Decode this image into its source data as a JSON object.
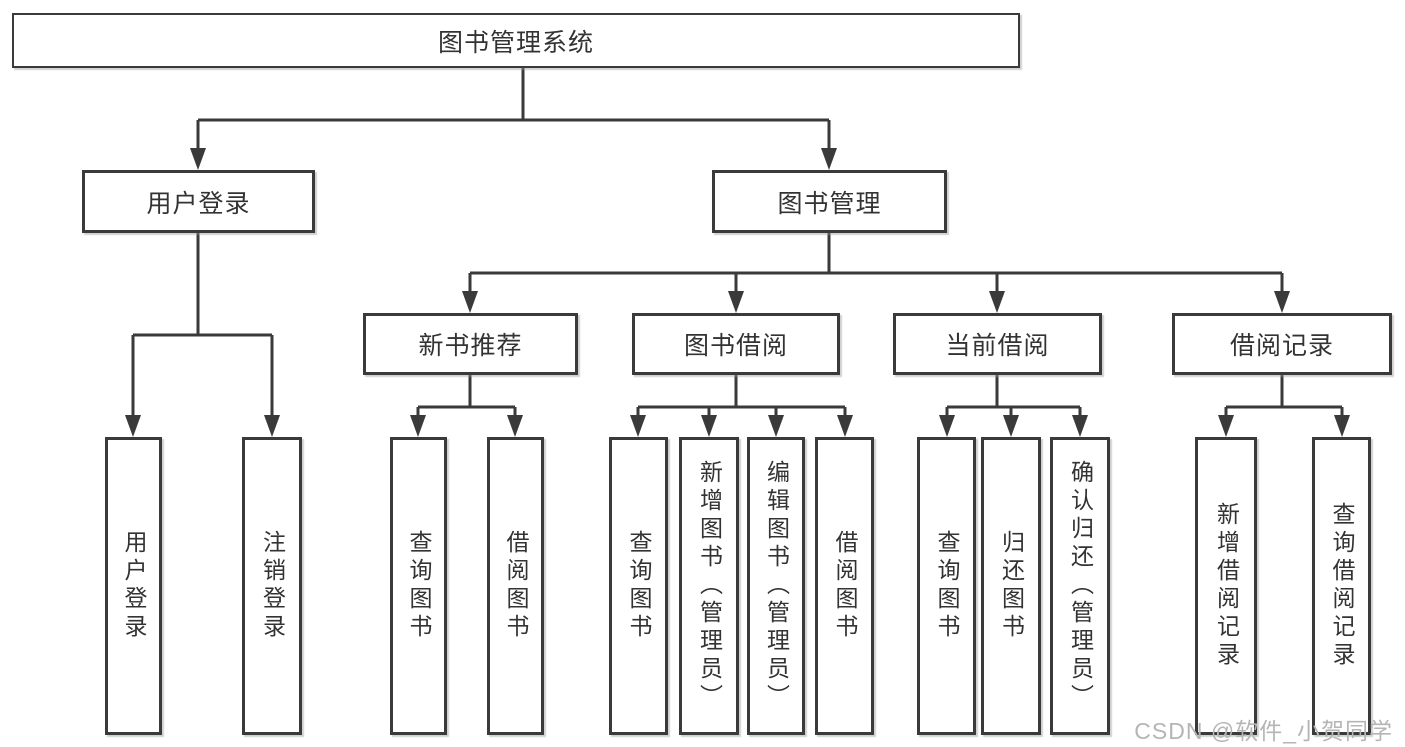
{
  "diagram_title": "图书管理系统",
  "colors": {
    "line": "#3a3a3a",
    "text": "#333333",
    "box_background": "#ffffff",
    "watermark": "#b5b5b5",
    "background": "#ffffff"
  },
  "tree": {
    "root": {
      "label": "图书管理系统"
    },
    "branches": [
      {
        "label": "用户登录",
        "children": [
          {
            "label": "用户登录"
          },
          {
            "label": "注销登录"
          }
        ]
      },
      {
        "label": "图书管理",
        "children": [
          {
            "label": "新书推荐",
            "children": [
              {
                "label": "查询图书"
              },
              {
                "label": "借阅图书"
              }
            ]
          },
          {
            "label": "图书借阅",
            "children": [
              {
                "label": "查询图书"
              },
              {
                "label": "新增图书（管理员）"
              },
              {
                "label": "编辑图书（管理员）"
              },
              {
                "label": "借阅图书"
              }
            ]
          },
          {
            "label": "当前借阅",
            "children": [
              {
                "label": "查询图书"
              },
              {
                "label": "归还图书"
              },
              {
                "label": "确认归还（管理员）"
              }
            ]
          },
          {
            "label": "借阅记录",
            "children": [
              {
                "label": "新增借阅记录"
              },
              {
                "label": "查询借阅记录"
              }
            ]
          }
        ]
      }
    ]
  },
  "watermark": "CSDN @软件_小贺同学"
}
